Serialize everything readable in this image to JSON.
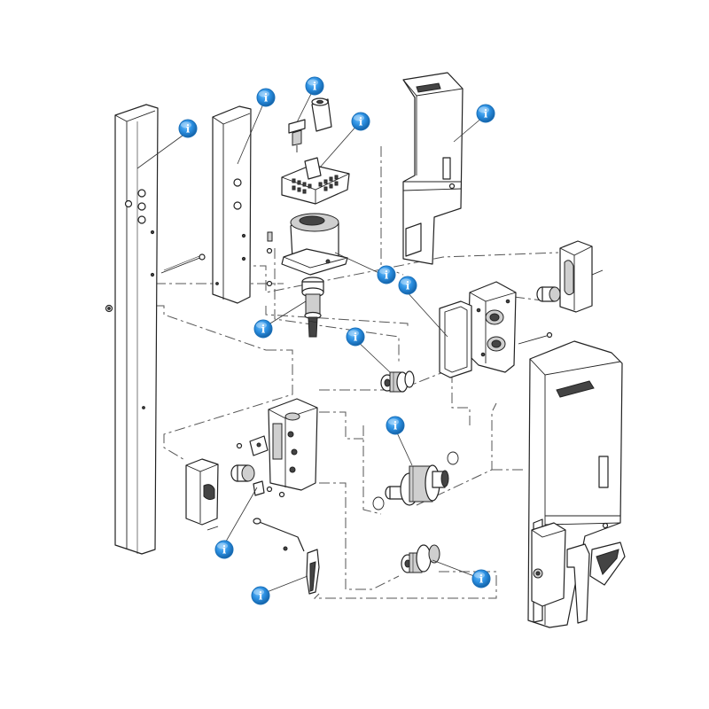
{
  "hotspot_glyph": "i",
  "colors": {
    "hotspot": "#2a8ee0",
    "hotspot_dark": "#1563a8",
    "line": "#222222"
  },
  "hotspots": [
    {
      "id": "left-post",
      "glyph": "i"
    },
    {
      "id": "second-post",
      "glyph": "i"
    },
    {
      "id": "screw-bushing",
      "glyph": "i"
    },
    {
      "id": "terminal-block",
      "glyph": "i"
    },
    {
      "id": "top-cover",
      "glyph": "i"
    },
    {
      "id": "motor",
      "glyph": "i"
    },
    {
      "id": "worm-shaft",
      "glyph": "i"
    },
    {
      "id": "gearbox-housing",
      "glyph": "i"
    },
    {
      "id": "bearing-gear",
      "glyph": "i"
    },
    {
      "id": "main-gear-shaft",
      "glyph": "i"
    },
    {
      "id": "limit-switch-unit",
      "glyph": "i"
    },
    {
      "id": "release-handle",
      "glyph": "i"
    },
    {
      "id": "pinion-gear",
      "glyph": "i"
    }
  ]
}
